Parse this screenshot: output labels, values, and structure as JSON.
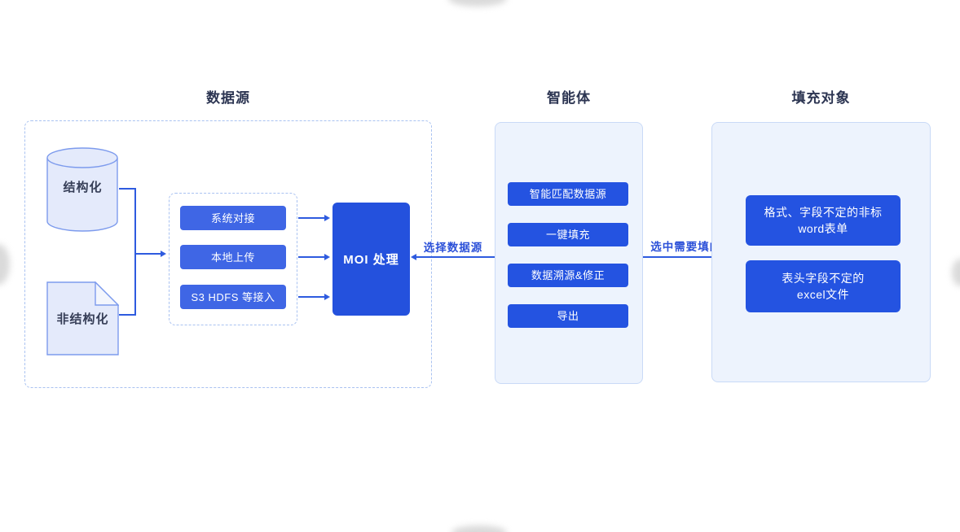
{
  "sections": {
    "data_source_title": "数据源",
    "agent_title": "智能体",
    "fill_target_title": "填充对象"
  },
  "data_source": {
    "structured": "结构化",
    "unstructured": "非结构化",
    "access_methods": [
      "系统对接",
      "本地上传",
      "S3 HDFS 等接入"
    ],
    "processor": "MOI 处理"
  },
  "agent": {
    "capabilities": [
      "智能匹配数据源",
      "一键填充",
      "数据溯源&修正",
      "导出"
    ]
  },
  "fill_target": {
    "targets": [
      {
        "line1": "格式、字段不定的非标",
        "line2": "word表单"
      },
      {
        "line1": "表头字段不定的",
        "line2": "excel文件"
      }
    ]
  },
  "flow_labels": {
    "select_data_source": "选择数据源",
    "select_table_to_fill": "选中需要填的表"
  },
  "icons": {
    "structured_shape": "database-cylinder-icon",
    "unstructured_shape": "document-icon"
  },
  "colors": {
    "primary_button": "#2453e1",
    "accent_button": "#3f66e5",
    "processor_box": "#2451dd",
    "arrow": "#2e5bdf",
    "flow_label_text": "#2b50d8",
    "panel_fill": "#edf3fd",
    "panel_border": "#c9daf7",
    "dashed_border": "#a9c2f1",
    "shape_fill": "#e4eafb",
    "shape_border": "#7d9bed",
    "title_text": "#2c3552"
  }
}
